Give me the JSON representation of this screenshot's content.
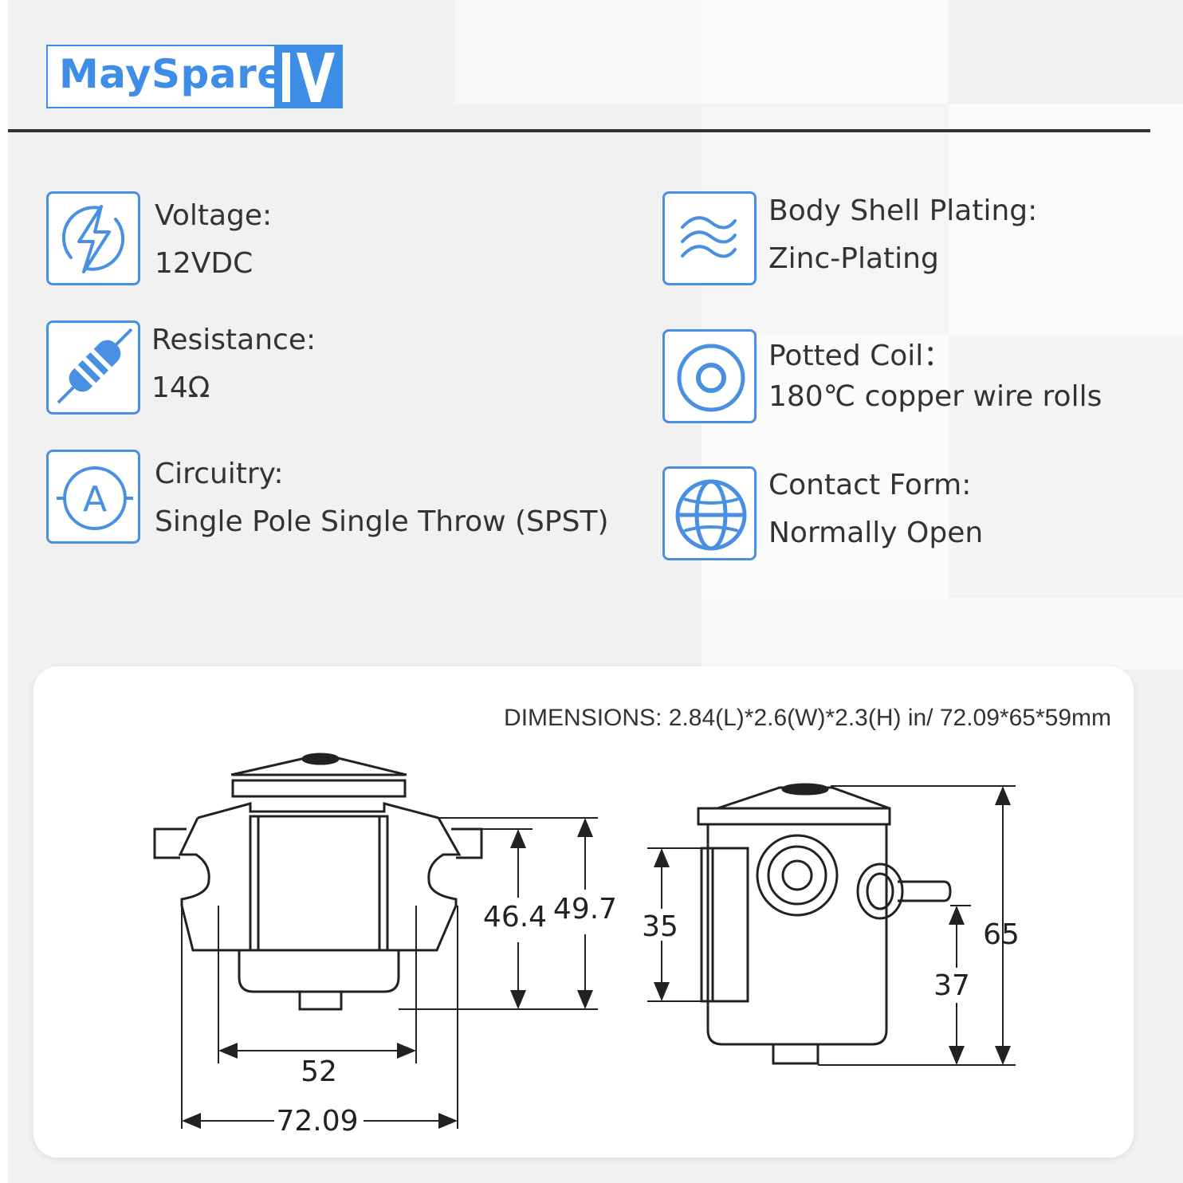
{
  "brand": {
    "name": "MaySpare"
  },
  "features": [
    {
      "label": "Voltage:",
      "value": "12VDC",
      "icon": "lightning-icon"
    },
    {
      "label": "Resistance:",
      "value": "14Ω",
      "icon": "resistor-icon"
    },
    {
      "label": "Circuitry:",
      "value": "Single Pole Single Throw (SPST)",
      "icon": "ammeter-icon"
    },
    {
      "label": "Body Shell Plating:",
      "value": "Zinc-Plating",
      "icon": "waves-icon"
    },
    {
      "label": "Potted Coil：",
      "value": "180℃ copper wire rolls",
      "icon": "coil-icon"
    },
    {
      "label": "Contact Form:",
      "value": "Normally Open",
      "icon": "globe-icon"
    }
  ],
  "dimensions": {
    "caption": "DIMENSIONS: 2.84(L)*2.6(W)*2.3(H) in/  72.09*65*59mm",
    "front": {
      "height_inner": "46.4",
      "height_outer": "49.7",
      "width_inner": "52",
      "width_outer": "72.09"
    },
    "side": {
      "body_height": "35",
      "terminal_height": "37",
      "total_height": "65"
    }
  },
  "colors": {
    "accent": "#3e8ee8",
    "text": "#333333",
    "line": "#222222"
  }
}
